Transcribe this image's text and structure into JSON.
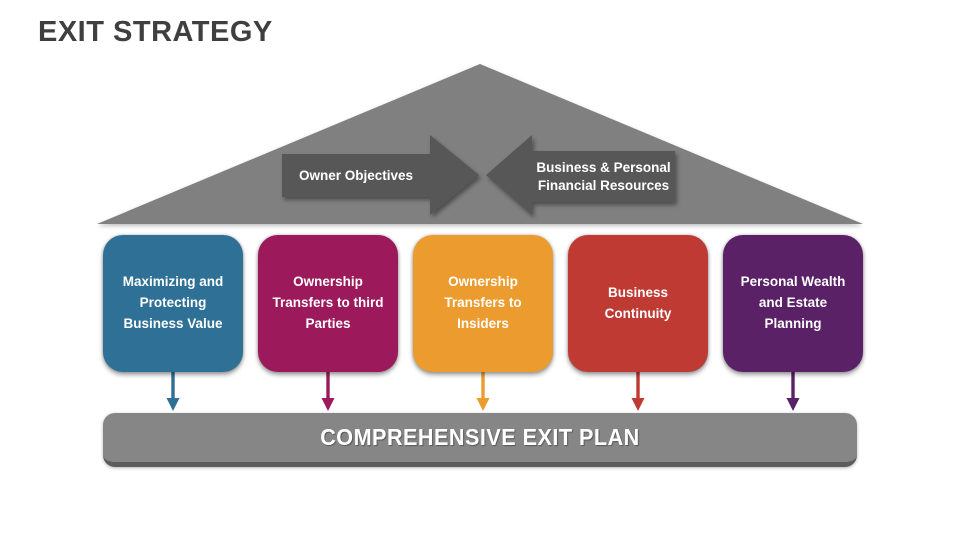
{
  "title": "EXIT STRATEGY",
  "colors": {
    "title": "#3F3F3F",
    "triangle": "#808080",
    "arrow": "#575757",
    "bar": "#868686",
    "bar_edge": "#5C5C5C",
    "label_text": "#FFFFFF"
  },
  "roof": {
    "left_arrow_label": "Owner Objectives",
    "right_arrow_label": "Business & Personal\nFinancial Resources"
  },
  "boxes": [
    {
      "label": "Maximizing and Protecting Business Value",
      "color": "#2E7096"
    },
    {
      "label": "Ownership Transfers to third Parties",
      "color": "#9C1A5B"
    },
    {
      "label": "Ownership Transfers to Insiders",
      "color": "#EC9C2E"
    },
    {
      "label": "Business Continuity",
      "color": "#BE3A33"
    },
    {
      "label": "Personal Wealth and Estate Planning",
      "color": "#5A2166"
    }
  ],
  "bar": {
    "label": "COMPREHENSIVE EXIT PLAN"
  }
}
